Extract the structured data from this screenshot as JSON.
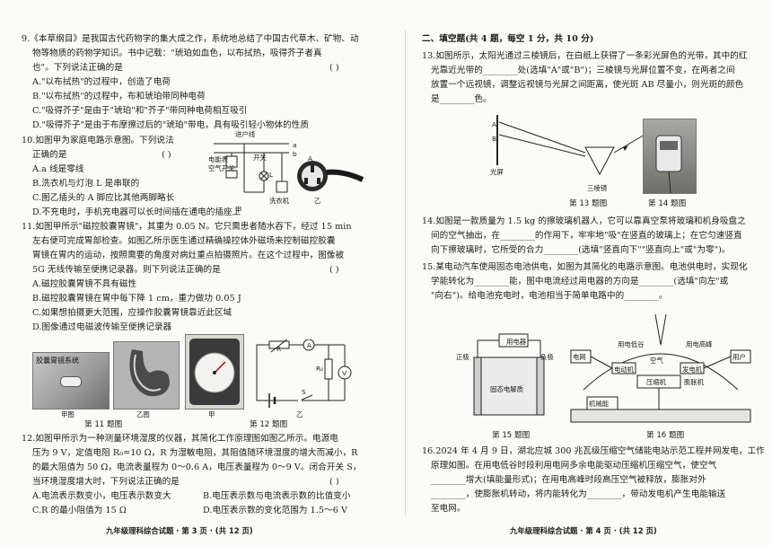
{
  "left": {
    "q9": {
      "l1": "9.《本草纲目》是我国古代药物学的集大成之作，系统地总结了中国古代草木、矿物、动",
      "l2": "物等物质的药物学知识。书中记载：\"琥珀如血色，以布拭热，吸得芥子者真",
      "l3": "也\"。下列说法正确的是",
      "paren": "(      )",
      "a": "A.\"以布拭热\"的过程中，创造了电荷",
      "b": "B.\"以布拭热\"的过程中，布和琥珀带同种电荷",
      "c": "C.\"吸得芥子\"是由于\"琥珀\"和\"芥子\"带同种电荷相互吸引",
      "d": "D.\"吸得芥子\"是由于布摩擦过后的\"琥珀\"带电，具有吸引轻小物体的性质"
    },
    "q10": {
      "l1": "10.如图甲为家庭电路示意图。下列说法",
      "l2": "正确的是",
      "paren": "(      )",
      "a": "A.a 线是零线",
      "b": "B.洗衣机与灯泡 L 是串联的",
      "c": "C.图乙插头的 A 脚应比其他两脚略长",
      "d": "D.不充电时，手机充电器可以长时间插在通电的插座上",
      "fig": {
        "l_in": "进户线",
        "l_meter": "电能表",
        "l_switch": "空气开关",
        "l_a": "a",
        "l_b": "b",
        "l_sw": "开关",
        "l_l": "L",
        "l_washer": "洗衣机",
        "l_plugA": "A",
        "cap_jia": "甲",
        "cap_yi": "乙"
      }
    },
    "q11": {
      "l1": "11.如图甲所示\"磁控胶囊胃镜\"，其重为 0.05 N。它只需患者随水吞下，经过 15 min",
      "l2": "左右便可完成胃部检查。如图乙所示医生通过精确操控体外磁场来控制磁控胶囊",
      "l3": "胃镜在胃内的运动，按照需要的角度对病灶重点拍摄照片。在这个过程中，图像被",
      "l4": "5G 无线传输至便携记录器。则下列说法正确的是",
      "paren": "(      )",
      "a": "A.磁控胶囊胃镜不具有磁性",
      "b": "B.磁控胶囊胃镜在胃中每下降 1 cm，重力做功 0.05 J",
      "c": "C.如果想拍摄更大范围，应操作胶囊胃镜靠近此区域",
      "d": "D.图像通过电磁波传输至便携记录器",
      "photo_label": "胶囊胃镜系统",
      "cap_jia": "甲图",
      "cap_yi": "乙图",
      "cap": "第 11 题图"
    },
    "q12fig": {
      "l_r": "R",
      "l_r0": "R₀",
      "l_v": "V",
      "l_a": "A",
      "l_s": "S",
      "cap_jia": "甲",
      "cap_yi": "乙",
      "cap": "第 12 题图"
    },
    "q12": {
      "l1": "12.如图甲所示为一种测量环境湿度的仪器，其简化工作原理图如图乙所示。电源电",
      "l2": "压为 9 V，定值电阻 R₀=10 Ω，R 为湿敏电阻，其阻值随环境湿度的增大而减小，R",
      "l3": "的最大阻值为 50 Ω，电流表量程为 0～0.6 A，电压表量程为 0～9 V。闭合开关 S，",
      "l4": "当环境湿度增大时，下列说法正确的是",
      "paren": "(      )",
      "a": "A.电流表示数变小，电压表示数变大",
      "b": "B.电压表示数与电流表示数的比值变小",
      "c": "C.R 的最小阻值为 15 Ω",
      "d": "D.电压表示数的变化范围为 1.5～6 V"
    },
    "footer": "九年级理科综合试题 · 第 3 页 · (共 12 页)"
  },
  "right": {
    "section": "二、填空题(共 4 题，每空 1 分，共 10 分)",
    "q13": {
      "l1": "13.如图所示，太阳光通过三棱镜后，在白纸上获得了一条彩光屏色的光带，其中的红",
      "l2": "光靠近光带的________处(选填\"A\"或\"B\")；三棱镜与光屏位置不变，在两者之间",
      "l3": "放置一个远视镜，调整远视镜与光屏之间距离，使光斑 AB 尽量小，则光斑的颜色",
      "l4": "是________色。",
      "fig_a": "A",
      "fig_b": "B",
      "fig_screen": "光屏",
      "fig_prism": "三棱镜",
      "cap13": "第 13 题图",
      "cap14": "第 14 题图"
    },
    "q14": {
      "l1": "14.如图是一款质量为 1.5 kg 的擦玻璃机器人，它可以靠真空泵将玻璃和机身吸盘之",
      "l2": "间的空气抽出，在________的作用下，牢牢地\"吸\"在竖直的玻璃上；在它匀速竖直",
      "l3": "向下擦玻璃时，它所受的合力________(选填\"竖直向下\"\"竖直向上\"或\"为零\")。"
    },
    "q15": {
      "l1": "15.某电动汽车使用固态电池供电，如图为其简化的电路示意图。电池供电时，实现化",
      "l2": "学能转化为________能，图中电流经过用电器的方向是________(选填\"向左\"或",
      "l3": "\"向右\")。给电池充电时，电池相当于简单电路中的________。",
      "fig_load": "用电器",
      "fig_pos": "正极",
      "fig_neg": "负极",
      "fig_elec": "固态电解质",
      "cap": "第 15 题图"
    },
    "q16fig": {
      "l_grid": "电网",
      "l_user": "用户",
      "l_valley": "用电低谷",
      "l_peak": "用电高峰",
      "l_air": "空气",
      "l_motor": "电动机",
      "l_gen": "发电机",
      "l_comp": "压缩机",
      "l_exp": "膨胀机",
      "l_heat": "机械能",
      "cap": "第 16 题图"
    },
    "q16": {
      "l1": "16.2024 年 4 月 9 日，湖北应城 300 兆瓦级压缩空气储能电站示范工程并网发电，工作",
      "l2": "原理如图。在用电低谷时段利用电网多余电能驱动压缩机压缩空气，使空气",
      "l3": "________增大(填能量形式)；在用电高峰时段高压空气被释放，膨胀对外",
      "l4": "________，使膨胀机转动，将内能转化为________，带动发电机产生电能输送",
      "l5": "至电网。"
    },
    "footer": "九年级理科综合试题 · 第 4 页 · (共 12 页)"
  }
}
